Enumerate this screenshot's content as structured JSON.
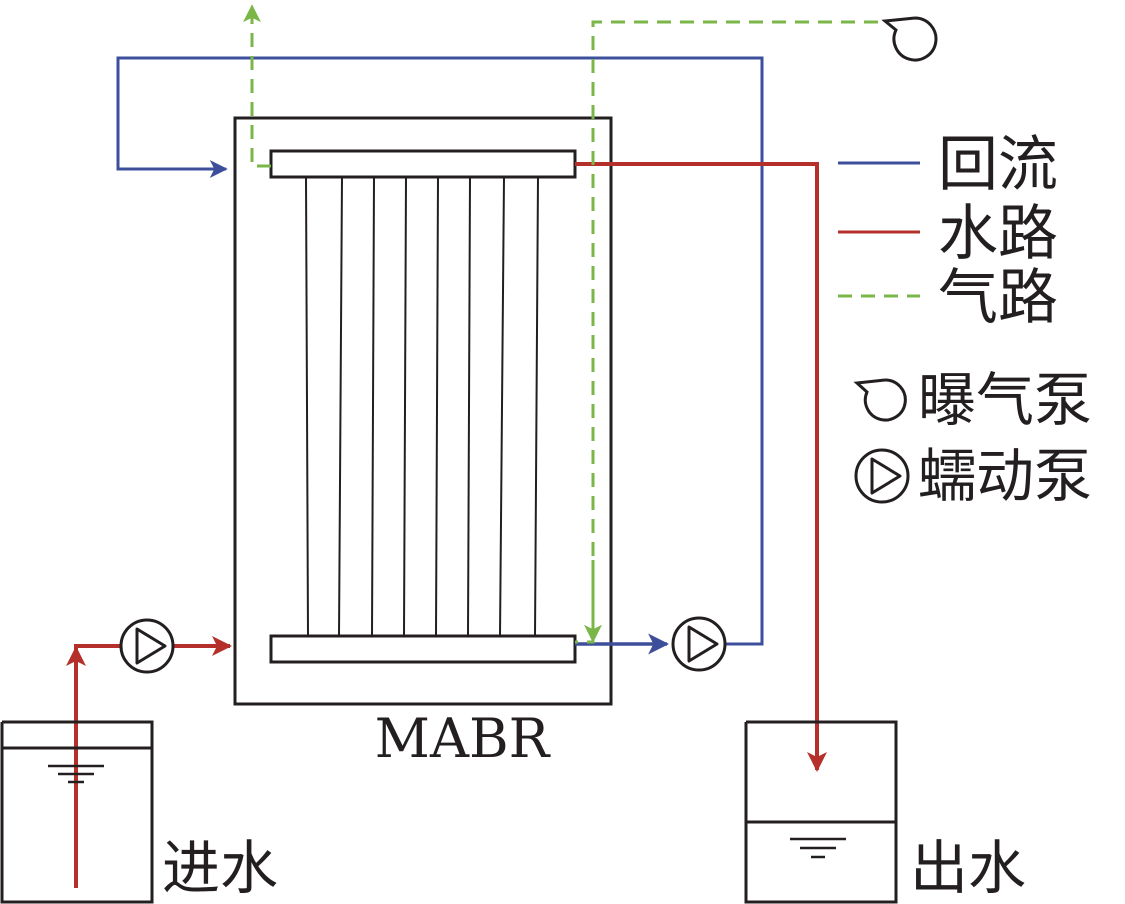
{
  "reactor": {
    "label": "MABR"
  },
  "tanks": {
    "influent": "进水",
    "effluent": "出水"
  },
  "legend": {
    "recirculation": "回流",
    "water_line": "水路",
    "air_line": "气路",
    "aeration_pump": "曝气泵",
    "peristaltic_pump": "蠕动泵"
  },
  "colors": {
    "recirculation": "#3d4f9b",
    "water_line": "#b5302a",
    "air_line": "#7ab648",
    "outline": "#231f20"
  },
  "icons": {
    "aeration_pump": "blower-icon",
    "peristaltic_pump": "pump-circle-triangle-icon",
    "water_level": "water-level-symbol"
  }
}
